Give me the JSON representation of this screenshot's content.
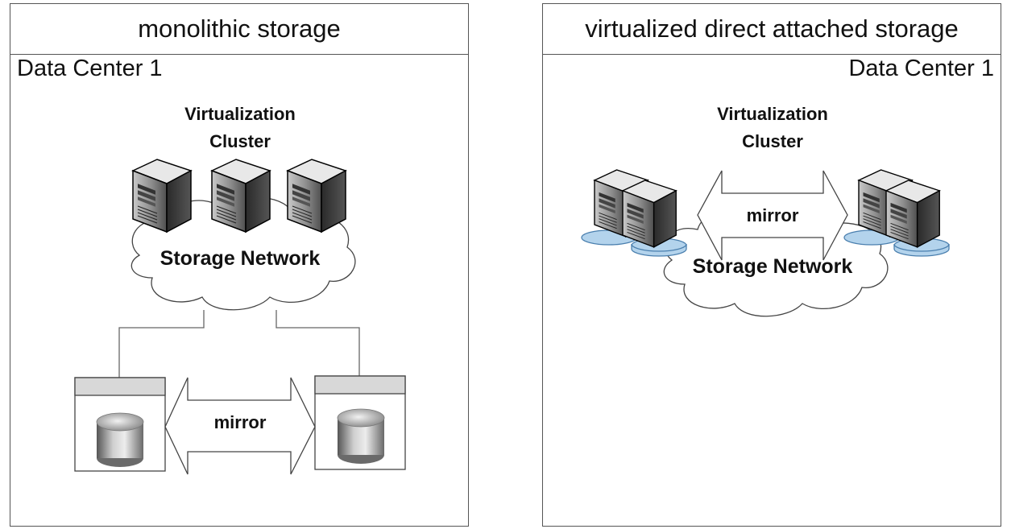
{
  "left_panel": {
    "header": "monolithic storage",
    "datacenter": "Data Center 1",
    "cluster_line1": "Virtualization",
    "cluster_line2": "Cluster",
    "network": "Storage Network",
    "mirror": "mirror"
  },
  "right_panel": {
    "header": "virtualized direct attached storage",
    "datacenter": "Data Center 1",
    "cluster_line1": "Virtualization",
    "cluster_line2": "Cluster",
    "network": "Storage Network",
    "mirror": "mirror"
  },
  "icons": {
    "server": "server-tower-icon",
    "disk": "database-cylinder-icon",
    "local_disk": "disk-platter-icon",
    "network": "cloud-icon"
  },
  "colors": {
    "border": "#555555",
    "storage_header": "#d8d8d8",
    "disk_platter": "#b3d3ec",
    "disk_platter_edge": "#4a7fae"
  }
}
